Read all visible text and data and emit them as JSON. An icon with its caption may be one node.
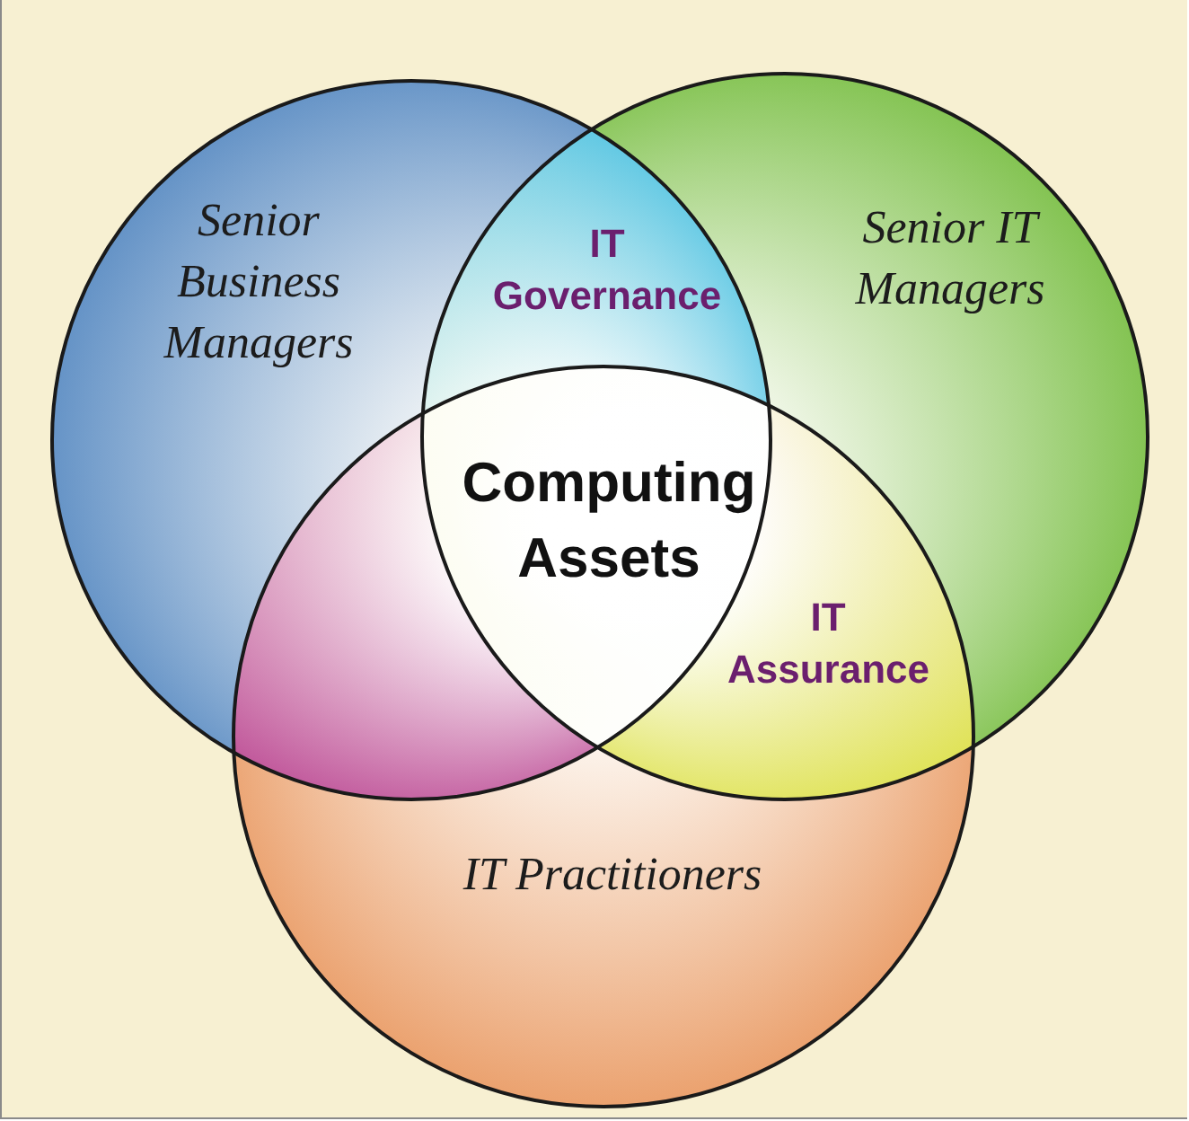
{
  "diagram": {
    "nodes": [
      {
        "text": [
          "Senior Business Managers"
        ]
      },
      {
        "text": [
          "IT Governance"
        ]
      },
      {
        "text": [
          "Senior IT Managers"
        ]
      },
      {
        "text": [
          "Computing Assets"
        ]
      },
      {
        "text": [
          "IT Assurance"
        ]
      },
      {
        "text": [
          "IT Practitioners"
        ]
      }
    ]
  }
}
